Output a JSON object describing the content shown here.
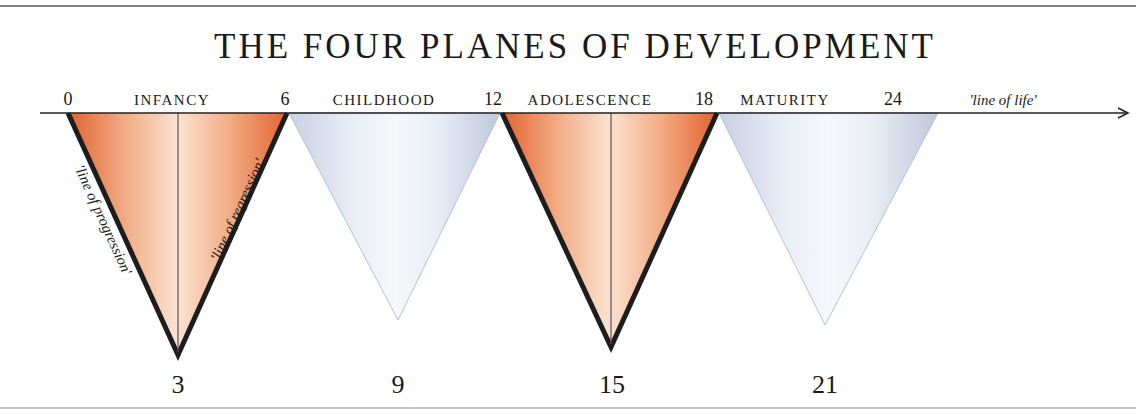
{
  "diagram": {
    "title": "THE FOUR PLANES OF DEVELOPMENT",
    "labels": [
      "0",
      "INFANCY",
      "6",
      "CHILDHOOD",
      "12",
      "ADOLESCENCE",
      "18",
      "MATURITY",
      "24",
      "'line of life'",
      "'line of progression'",
      "'line of regression'",
      "3",
      "9",
      "15",
      "21"
    ]
  }
}
